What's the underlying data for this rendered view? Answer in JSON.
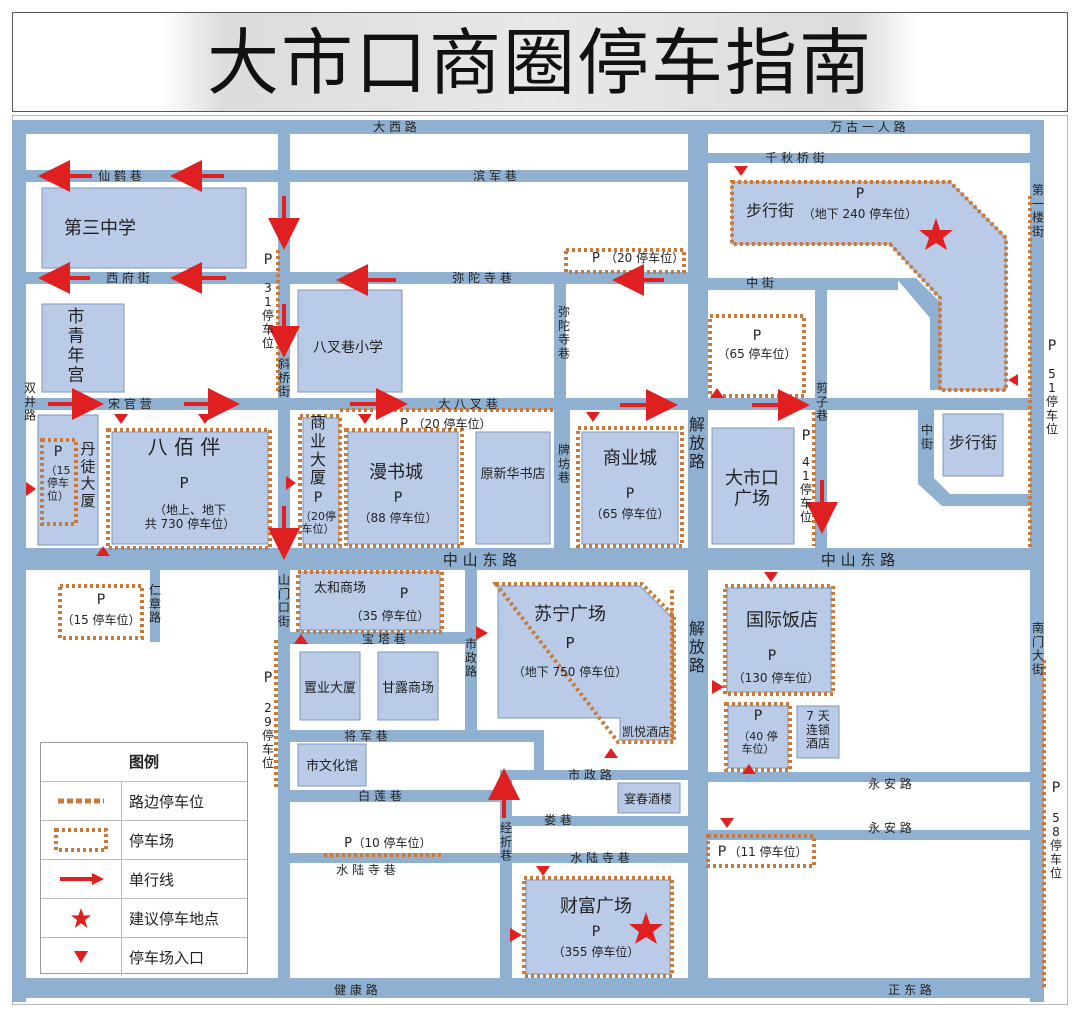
{
  "title": "大市口商圈停车指南",
  "roads": {
    "daxi": "大 西 路",
    "wangu": "万 古 一 人 路",
    "qianqiu": "千 秋 桥 街",
    "xianhe": "仙 鹤 巷",
    "binjun": "滨 军 巷",
    "xifu": "西 府 街",
    "mituosi_h": "弥 陀 寺 巷",
    "zhongjie": "中 街",
    "songguanying": "宋 官 营",
    "dabacha": "大 八 叉 巷",
    "shuangjing": "双\n井\n路",
    "xiejiaojie": "斜\n桥\n街",
    "mituosi_v": "弥\n陀\n寺\n巷",
    "paifangxiang": "牌\n坊\n巷",
    "jiefang1": "解\n放\n路",
    "jiefang2": "解\n放\n路",
    "jianzi": "剪\n子\n巷",
    "zhongjie_v": "中\n街",
    "diyilou": "第\n一\n楼\n街",
    "zhongshan1": "中  山  东  路",
    "zhongshan2": "中  山  东  路",
    "renzhang": "仁\n章\n路",
    "shanmenkou": "山\n门\n口\n街",
    "baota": "宝 塔 巷",
    "shizheng_v": "市\n政\n路",
    "jiangjun": "将 军 巷",
    "bailian": "白 莲 巷",
    "shizheng_h": "市 政 路",
    "luanxiang": "娄 巷",
    "shuilu1": "水 陆 寺 巷",
    "shuilu2": "水 陆 寺 巷",
    "jingzhe": "经\n折\n巷",
    "yongan1": "永 安 路",
    "yongan2": "永 安 路",
    "nanmen": "南\n门\n大\n街",
    "jiankang": "健 康 路",
    "zhengdong": "正 东 路"
  },
  "buildings": {
    "disanzhong": "第三中学",
    "qingnian": "市\n青\n年\n宫",
    "bachalu": "八叉巷小学",
    "danfu": "丹\n徒\n大\n厦",
    "babaiban": "八 佰 伴",
    "shangyeds": "商\n业\n大\n厦",
    "manshu": "漫书城",
    "xinhua": "原新华书店",
    "shangyecheng": "商业城",
    "dashikou": "大市口\n广场",
    "buxingjie1": "步行街",
    "buxingjie2": "步行街",
    "taihe": "太和商场",
    "suning": "苏宁广场",
    "guoji": "国际饭店",
    "zhiye": "置业大厦",
    "ganlu": "甘露商场",
    "wenhua": "市文化馆",
    "kaiyue": "凯悦酒店",
    "qitian": "7 天\n连锁\n酒店",
    "yanchun": "宴春酒楼",
    "caifu": "财富广场"
  },
  "parking": {
    "p": "P",
    "buxingjie": "（地下 240 停车位）",
    "p20_top": "（20 停车位）",
    "p65_east": "（65 停车位）",
    "p31": "3\n1\n停\n车\n位",
    "p51": "5\n1\n停\n车\n位",
    "p15_danfu": "（15\n停车\n位）",
    "babaiban": "（地上、地下\n共 730 停车位）",
    "p20_shangye": "（20停\n车位）",
    "p20_dabacha": "（20 停车位）",
    "manshu": "（88 停车位）",
    "shangyecheng": "（65 停车位）",
    "p41": "4\n1\n停\n车\n位",
    "p15_renzhang": "（15 停车位）",
    "taihe": "（35 停车位）",
    "suning": "（地下 750 停车位）",
    "guoji": "（130 停车位）",
    "p29": "2\n9\n停\n车\n位",
    "p40": "（40 停\n车位）",
    "p10": "（10 停车位）",
    "p11": "（11 停车位）",
    "p58": "5\n8\n停\n车\n位",
    "caifu": "（355 停车位）"
  },
  "legend": {
    "title": "图例",
    "items": [
      "路边停车位",
      "停车场",
      "单行线",
      "建议停车地点",
      "停车场入口"
    ]
  },
  "colors": {
    "road": "#8fb0d0",
    "block": "#b9cbe6",
    "parking_border": "#c87a3a",
    "arrow": "#e02020"
  }
}
